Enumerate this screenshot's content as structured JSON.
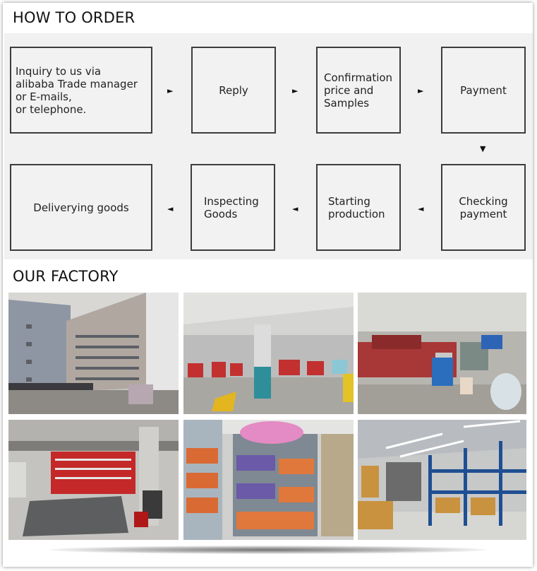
{
  "how_to_order": {
    "title": "HOW TO ORDER",
    "steps": [
      "Inquiry to us via\nalibaba Trade manager\nor E-mails,\nor telephone.",
      "Reply",
      "Confirmation\nprice and\nSamples",
      "Payment",
      "Checking\npayment",
      "Starting\nproduction",
      "Inspecting\nGoods",
      "Deliverying goods"
    ]
  },
  "our_factory": {
    "title": "OUR FACTORY",
    "photos": [
      "factory-building-exterior",
      "workshop-floor-with-pallet-jack",
      "production-workshop-red-machines",
      "red-manufacturing-machine",
      "shelves-of-packed-products",
      "warehouse-with-blue-racks"
    ]
  },
  "colors": {
    "panel_bg": "#f1f1f1",
    "box_border": "#3d3d3d",
    "text": "#222222"
  }
}
